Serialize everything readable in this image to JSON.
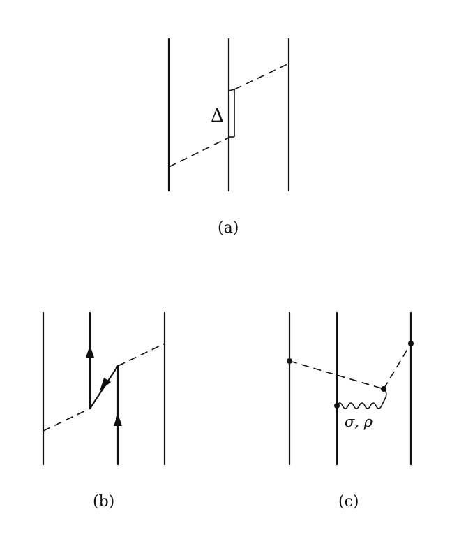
{
  "panels": {
    "a": {
      "caption": "(a)",
      "label": "Δ"
    },
    "b": {
      "caption": "(b)"
    },
    "c": {
      "caption": "(c)",
      "label": "σ, ρ"
    }
  }
}
